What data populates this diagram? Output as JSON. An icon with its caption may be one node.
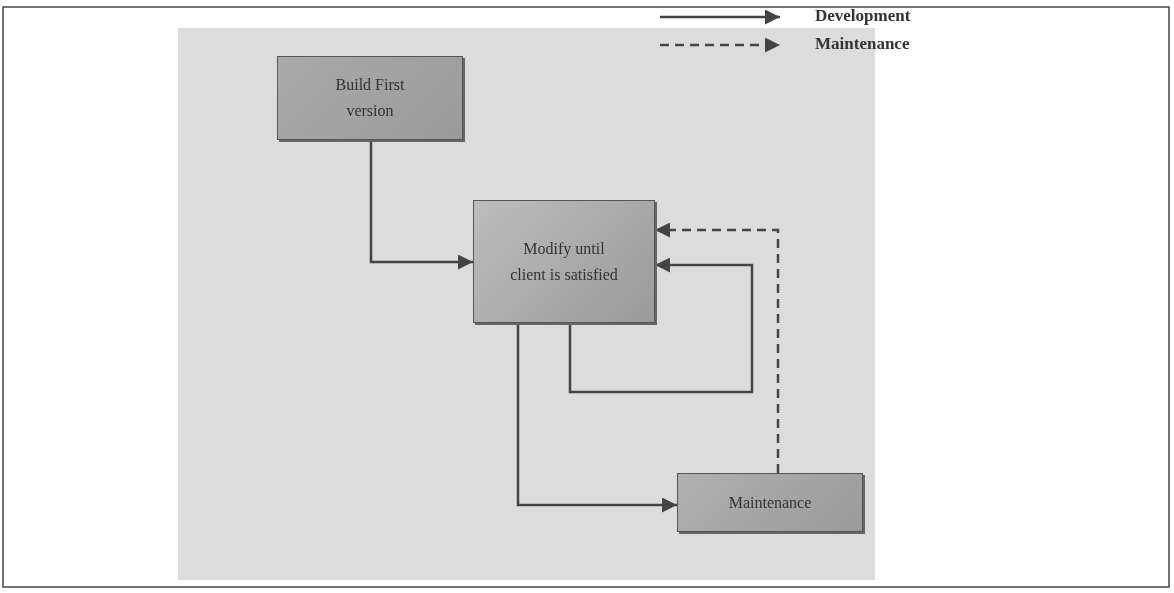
{
  "diagram": {
    "nodes": [
      {
        "text": [
          "Build First version"
        ]
      },
      {
        "text": [
          "Modify until client is satisfied"
        ]
      },
      {
        "text": [
          "Maintenance"
        ]
      }
    ],
    "edges": [
      {
        "from": 0,
        "to": 1,
        "arrow": "to"
      },
      {
        "from": 1,
        "to": 1,
        "arrow": "to"
      },
      {
        "from": 1,
        "to": 2,
        "arrow": "to"
      },
      {
        "from": 2,
        "to": 1,
        "arrow": "to",
        "style": "dashed"
      }
    ],
    "legend": [
      {
        "text": "Development"
      },
      {
        "text": "Maintenance"
      }
    ]
  }
}
